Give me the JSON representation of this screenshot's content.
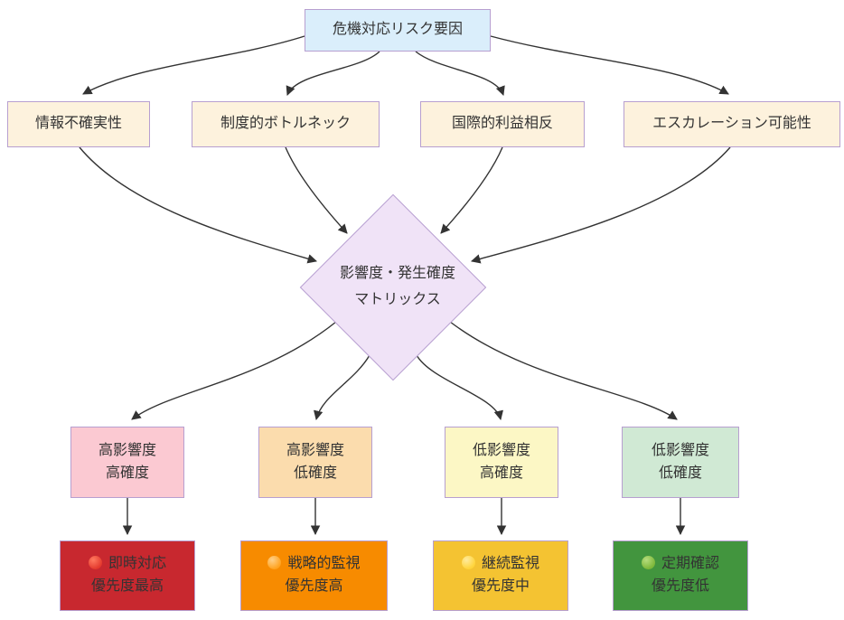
{
  "palette": {
    "canvas": "#ffffff",
    "node_border": "#b79fd0",
    "edge_color": "#333333",
    "text_color": "#333333",
    "root_fill": "#daeefb",
    "factor_fill": "#fdf2dd",
    "matrix_fill": "#f0e3f7",
    "quadrant_fills": [
      "#fbc9d2",
      "#fbdcad",
      "#fcf7c5",
      "#d0e9d4"
    ],
    "action_fills": [
      "#c8282f",
      "#f78b00",
      "#f4c332",
      "#42953e"
    ],
    "action_dot_colors": [
      "#e43a2e",
      "#ffa320",
      "#ffd43b",
      "#7db83a"
    ]
  },
  "diagram": {
    "type": "flowchart",
    "root": {
      "label": "危機対応リスク要因"
    },
    "factors": [
      {
        "label": "情報不確実性"
      },
      {
        "label": "制度的ボトルネック"
      },
      {
        "label": "国際的利益相反"
      },
      {
        "label": "エスカレーション可能性"
      }
    ],
    "matrix": {
      "line1": "影響度・発生確度",
      "line2": "マトリックス"
    },
    "quadrants": [
      {
        "line1": "高影響度",
        "line2": "高確度"
      },
      {
        "line1": "高影響度",
        "line2": "低確度"
      },
      {
        "line1": "低影響度",
        "line2": "高確度"
      },
      {
        "line1": "低影響度",
        "line2": "低確度"
      }
    ],
    "actions": [
      {
        "icon": "red-circle",
        "line1": "即時対応",
        "line2": "優先度最高"
      },
      {
        "icon": "orange-circle",
        "line1": "戦略的監視",
        "line2": "優先度高"
      },
      {
        "icon": "yellow-circle",
        "line1": "継続監視",
        "line2": "優先度中"
      },
      {
        "icon": "green-circle",
        "line1": "定期確認",
        "line2": "優先度低"
      }
    ],
    "edges": [
      {
        "from": "root",
        "to": "factor-1"
      },
      {
        "from": "root",
        "to": "factor-2"
      },
      {
        "from": "root",
        "to": "factor-3"
      },
      {
        "from": "root",
        "to": "factor-4"
      },
      {
        "from": "factor-1",
        "to": "matrix"
      },
      {
        "from": "factor-2",
        "to": "matrix"
      },
      {
        "from": "factor-3",
        "to": "matrix"
      },
      {
        "from": "factor-4",
        "to": "matrix"
      },
      {
        "from": "matrix",
        "to": "quadrant-1"
      },
      {
        "from": "matrix",
        "to": "quadrant-2"
      },
      {
        "from": "matrix",
        "to": "quadrant-3"
      },
      {
        "from": "matrix",
        "to": "quadrant-4"
      },
      {
        "from": "quadrant-1",
        "to": "action-1"
      },
      {
        "from": "quadrant-2",
        "to": "action-2"
      },
      {
        "from": "quadrant-3",
        "to": "action-3"
      },
      {
        "from": "quadrant-4",
        "to": "action-4"
      }
    ]
  }
}
